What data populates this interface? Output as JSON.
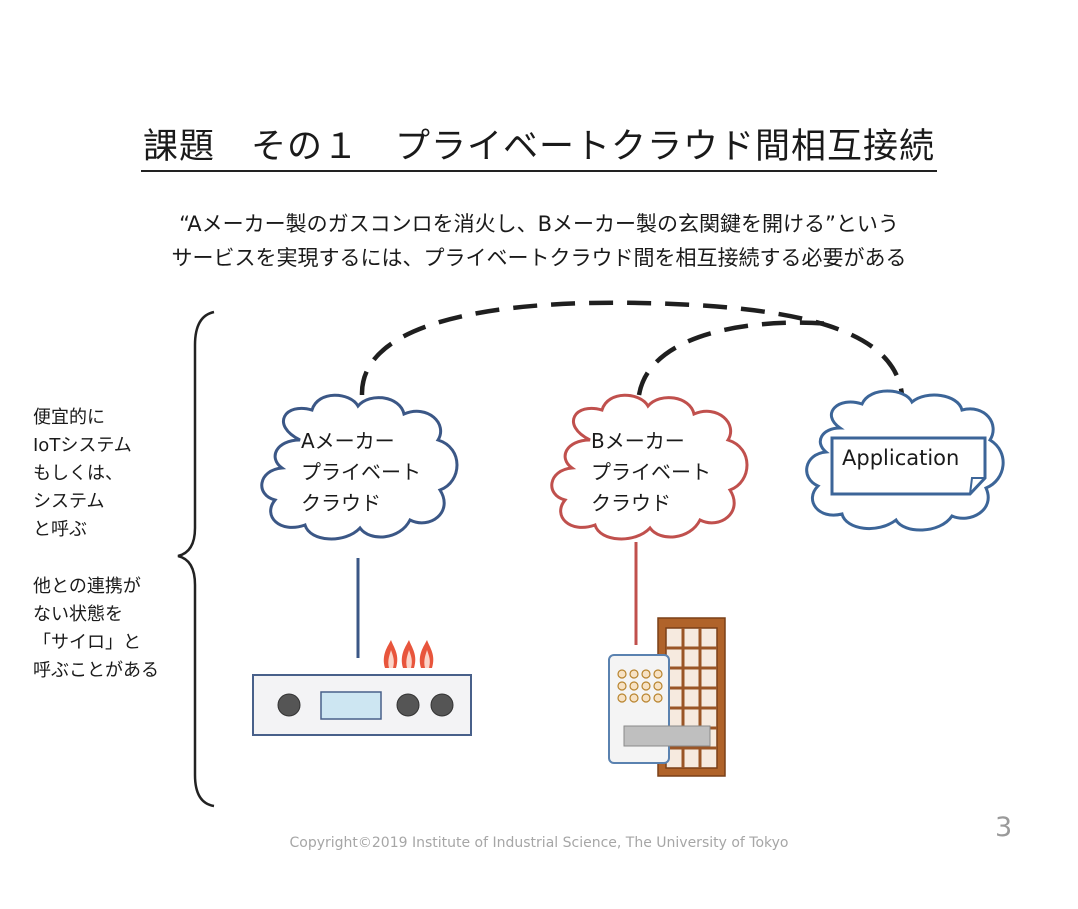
{
  "title": "課題　その１　プライベートクラウド間相互接続",
  "description": {
    "line1": "“Aメーカー製のガスコンロを消火し、Bメーカー製の玄関鍵を開ける”という",
    "line2": "サービスを実現するには、プライベートクラウド間を相互接続する必要がある"
  },
  "side_note": {
    "block1": [
      "便宜的に",
      "IoTシステム",
      "もしくは、",
      "システム",
      "と呼ぶ"
    ],
    "block2": [
      "他との連携が",
      "ない状態を",
      "「サイロ」と",
      "呼ぶことがある"
    ]
  },
  "clouds": {
    "a": {
      "lines": [
        "Aメーカー",
        "プライベート",
        "クラウド"
      ],
      "color": "#3b5786"
    },
    "b": {
      "lines": [
        "Bメーカー",
        "プライベート",
        "クラウド"
      ],
      "color": "#c0504d"
    },
    "app": {
      "label": "Application",
      "color": "#3c6598"
    }
  },
  "devices": {
    "stove": "gas-stove-icon",
    "door": "door-lock-icon"
  },
  "footer": {
    "copyright": "Copyright©2019 Institute of Industrial Science, The University of Tokyo",
    "page_number": "3"
  }
}
